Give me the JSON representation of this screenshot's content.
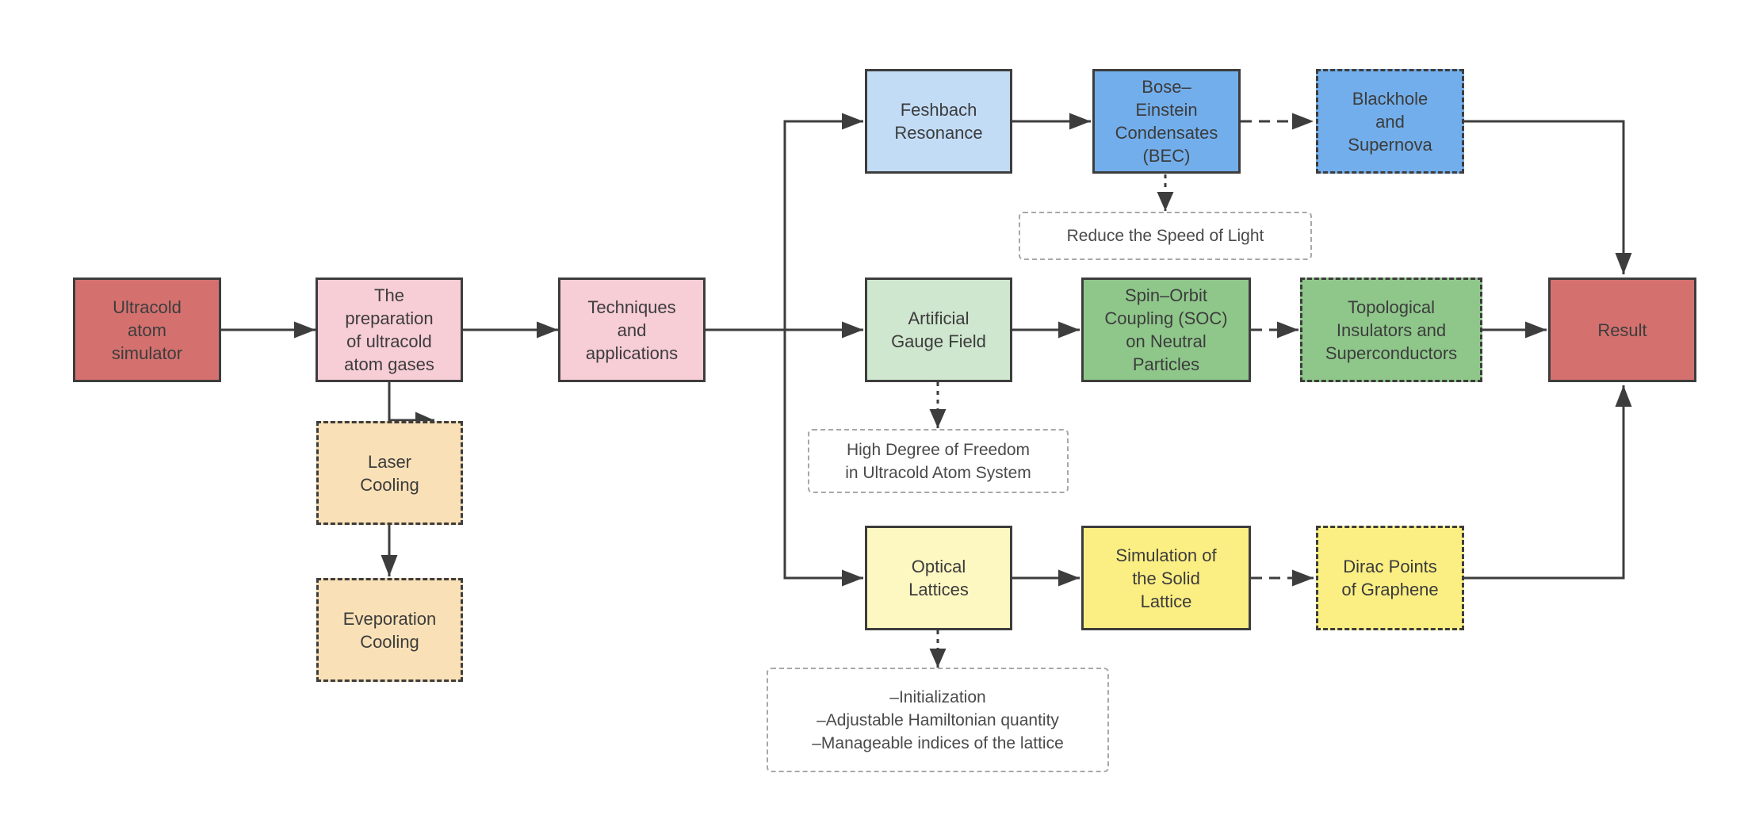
{
  "nodes": {
    "ultracold_simulator": "Ultracold\natom\nsimulator",
    "preparation": "The\npreparation\nof ultracold\natom gases",
    "techniques": "Techniques\nand\napplications",
    "laser_cooling": "Laser\nCooling",
    "evaporation_cooling": "Eveporation\nCooling",
    "feshbach": "Feshbach\nResonance",
    "bec": "Bose–\nEinstein\nCondensates\n(BEC)",
    "blackhole": "Blackhole\nand\nSupernova",
    "gauge_field": "Artificial\nGauge Field",
    "soc": "Spin–Orbit\nCoupling (SOC)\non Neutral\nParticles",
    "topological": "Topological\nInsulators and\nSuperconductors",
    "optical_lattices": "Optical\nLattices",
    "solid_lattice": "Simulation of\nthe Solid\nLattice",
    "dirac": "Dirac Points\nof Graphene",
    "result": "Result"
  },
  "notes": {
    "speed_of_light": "Reduce the Speed of Light",
    "freedom": "High Degree of Freedom\nin Ultracold Atom System",
    "lattice_props": "–Initialization\n–Adjustable Hamiltonian quantity\n–Manageable indices of the lattice"
  },
  "colors": {
    "red": "#d4716f",
    "pink": "#f7cdd6",
    "orange": "#f9e0b6",
    "light_blue": "#c2dcf6",
    "blue": "#72aeeb",
    "light_green": "#cfe6cf",
    "green": "#8fc78b",
    "light_yellow": "#fdf7c2",
    "yellow": "#fbef83",
    "line": "#3d3d3d"
  }
}
